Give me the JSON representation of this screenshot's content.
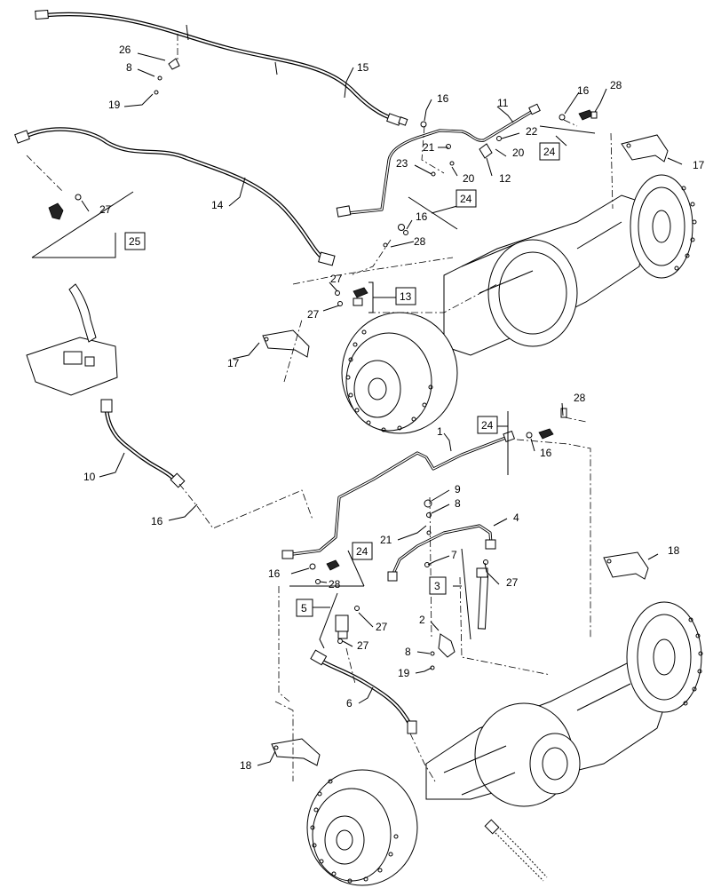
{
  "callouts": [
    {
      "id": "c-15",
      "text": "15"
    },
    {
      "id": "c-26",
      "text": "26"
    },
    {
      "id": "c-8a",
      "text": "8"
    },
    {
      "id": "c-19a",
      "text": "19"
    },
    {
      "id": "c-16a",
      "text": "16"
    },
    {
      "id": "c-11",
      "text": "11"
    },
    {
      "id": "c-16b",
      "text": "16"
    },
    {
      "id": "c-28a",
      "text": "28"
    },
    {
      "id": "c-22",
      "text": "22"
    },
    {
      "id": "c-21a",
      "text": "21"
    },
    {
      "id": "c-20a",
      "text": "20"
    },
    {
      "id": "c-23",
      "text": "23"
    },
    {
      "id": "c-20b",
      "text": "20"
    },
    {
      "id": "c-12",
      "text": "12"
    },
    {
      "id": "c-17a",
      "text": "17"
    },
    {
      "id": "c-14",
      "text": "14"
    },
    {
      "id": "c-27a",
      "text": "27"
    },
    {
      "id": "c-16c",
      "text": "16"
    },
    {
      "id": "c-28b",
      "text": "28"
    },
    {
      "id": "c-27b",
      "text": "27"
    },
    {
      "id": "c-27c",
      "text": "27"
    },
    {
      "id": "c-17b",
      "text": "17"
    },
    {
      "id": "c-10",
      "text": "10"
    },
    {
      "id": "c-16d",
      "text": "16"
    },
    {
      "id": "c-1",
      "text": "1"
    },
    {
      "id": "c-28c",
      "text": "28"
    },
    {
      "id": "c-16e",
      "text": "16"
    },
    {
      "id": "c-9",
      "text": "9"
    },
    {
      "id": "c-8b",
      "text": "8"
    },
    {
      "id": "c-21b",
      "text": "21"
    },
    {
      "id": "c-4",
      "text": "4"
    },
    {
      "id": "c-7",
      "text": "7"
    },
    {
      "id": "c-16f",
      "text": "16"
    },
    {
      "id": "c-28d",
      "text": "28"
    },
    {
      "id": "c-27d",
      "text": "27"
    },
    {
      "id": "c-27e",
      "text": "27"
    },
    {
      "id": "c-27f",
      "text": "27"
    },
    {
      "id": "c-2",
      "text": "2"
    },
    {
      "id": "c-8c",
      "text": "8"
    },
    {
      "id": "c-19b",
      "text": "19"
    },
    {
      "id": "c-6",
      "text": "6"
    },
    {
      "id": "c-18a",
      "text": "18"
    },
    {
      "id": "c-18b",
      "text": "18"
    }
  ],
  "boxed_callouts": [
    {
      "id": "b-24a",
      "text": "24"
    },
    {
      "id": "b-24b",
      "text": "24"
    },
    {
      "id": "b-25",
      "text": "25"
    },
    {
      "id": "b-13",
      "text": "13"
    },
    {
      "id": "b-24c",
      "text": "24"
    },
    {
      "id": "b-24d",
      "text": "24"
    },
    {
      "id": "b-3",
      "text": "3"
    },
    {
      "id": "b-5",
      "text": "5"
    }
  ]
}
